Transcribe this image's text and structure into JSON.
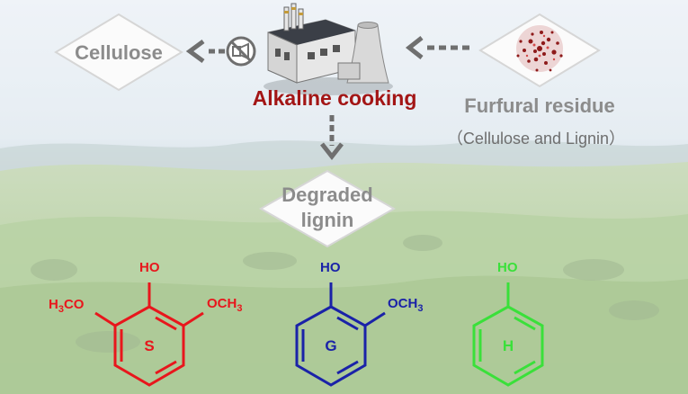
{
  "nodes": {
    "cellulose": "Cellulose",
    "process": "Alkaline cooking",
    "feedstock": "Furfural residue",
    "feedstock_note": "（Cellulose and Lignin）",
    "degraded_line1": "Degraded",
    "degraded_line2": "lignin"
  },
  "units": {
    "s": {
      "letter": "S",
      "top": "HO",
      "left_prefix": "H",
      "left_sub": "3",
      "left_suffix": "CO",
      "right_prefix": "OCH",
      "right_sub": "3"
    },
    "g": {
      "letter": "G",
      "top": "HO",
      "right_prefix": "OCH",
      "right_sub": "3"
    },
    "h": {
      "letter": "H",
      "top": "HO"
    }
  },
  "colors": {
    "process": "#a31515",
    "gray_text": "#8c8c8c",
    "s_unit": "#e8161c",
    "g_unit": "#1a22a8",
    "h_unit": "#3ae03a",
    "sky": "#dfe9f1",
    "field": "#9bbe7e"
  },
  "icons": {
    "factory": "factory-icon",
    "no_entry": "no-entry-icon",
    "particles": "particle-cluster-icon"
  }
}
